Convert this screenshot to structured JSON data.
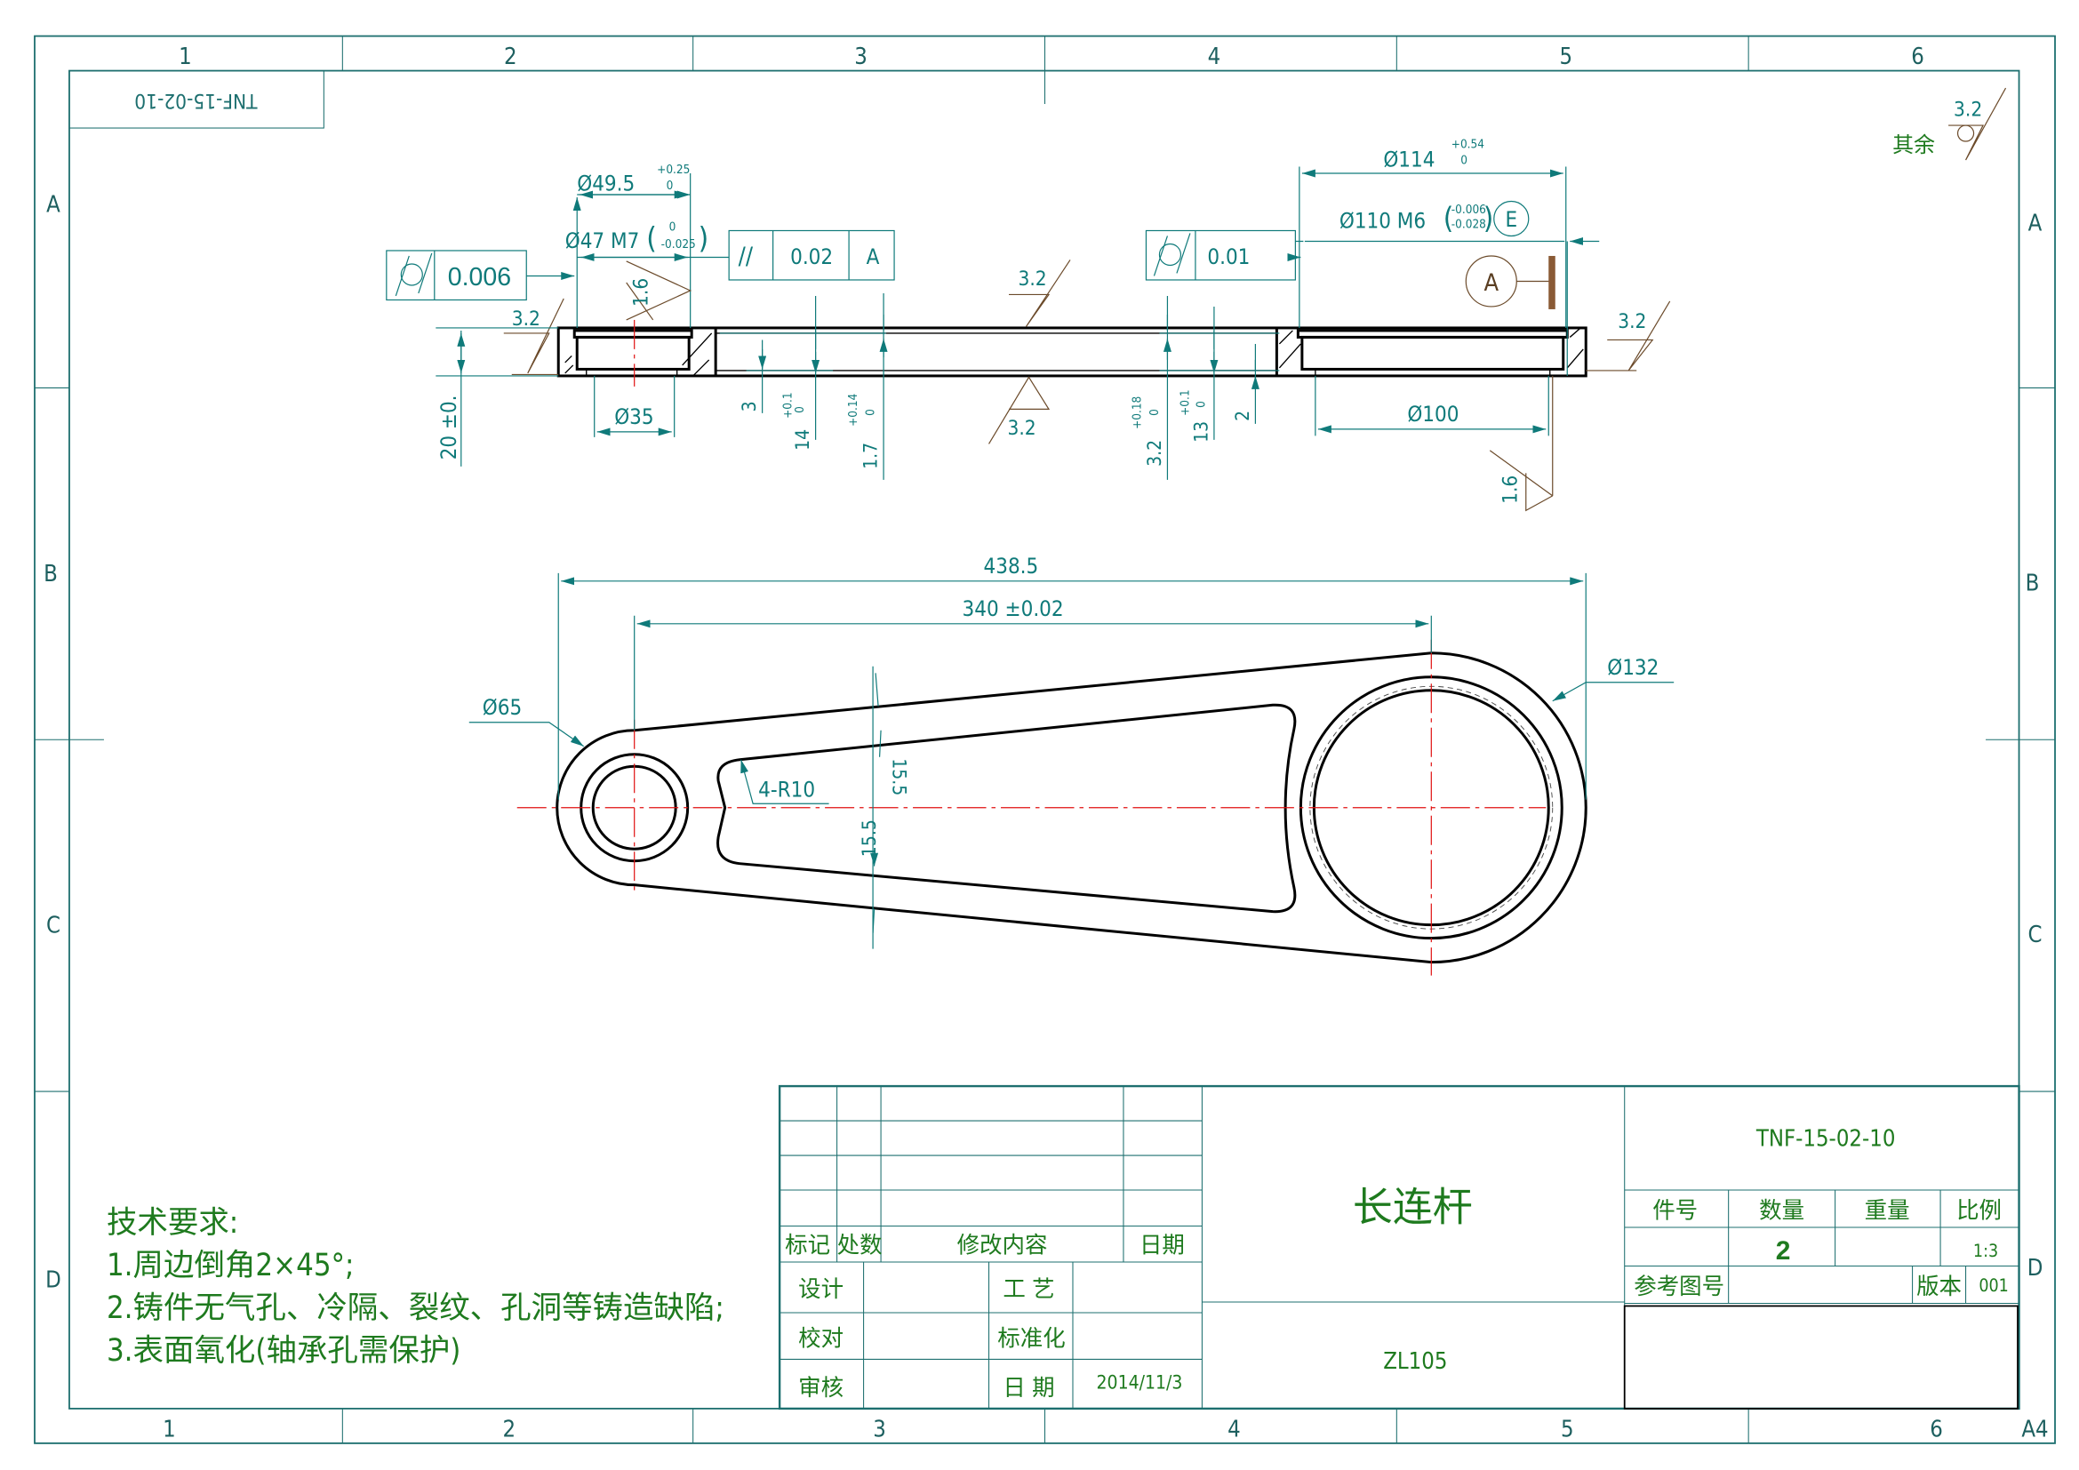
{
  "sheet": {
    "zone_cols_top": [
      "1",
      "2",
      "3",
      "4",
      "5",
      "6"
    ],
    "zone_cols_bottom": [
      "1",
      "2",
      "3",
      "4",
      "5",
      "6"
    ],
    "zone_rows": [
      "A",
      "B",
      "C",
      "D"
    ],
    "size": "A4",
    "mirrored_code": "TNF-15-02-10"
  },
  "roughness_other": {
    "label": "其余",
    "value": "3.2"
  },
  "section_view": {
    "d49": {
      "text": "Ø49.5",
      "upper": "+0.25",
      "lower": "0"
    },
    "d47": {
      "text": "Ø47 M7",
      "upper": "0",
      "lower": "-0.025"
    },
    "fcf_left": {
      "symbol": "cylindricity",
      "value": "0.006"
    },
    "fcf_mid": {
      "symbol": "//",
      "value": "0.02",
      "datum": "A"
    },
    "fcf_right": {
      "symbol": "cylindricity",
      "value": "0.01"
    },
    "d114": {
      "text": "Ø114",
      "upper": "+0.54",
      "lower": "0"
    },
    "d110": {
      "text": "Ø110 M6",
      "upper": "-0.006",
      "lower": "-0.028",
      "envelope": "E"
    },
    "datum": "A",
    "rough_values": [
      "3.2",
      "1.6",
      "3.2",
      "3.2",
      "3.2",
      "1.6"
    ],
    "d35": "Ø35",
    "d100": "Ø100",
    "thickness": "20 ±0.",
    "v3": "3",
    "v14": {
      "text": "14",
      "upper": "+0.1",
      "lower": "0"
    },
    "v17": {
      "text": "1.7",
      "upper": "+0.14",
      "lower": "0"
    },
    "v32": {
      "text": "3.2",
      "upper": "+0.18",
      "lower": "0"
    },
    "v13": {
      "text": "13",
      "upper": "+0.1",
      "lower": "0"
    },
    "v2": "2"
  },
  "plan_view": {
    "overall": "438.5",
    "centers": "340 ±0.02",
    "d132": "Ø132",
    "d65": "Ø65",
    "radius": "4-R10",
    "web_top": "15.5",
    "web_bottom": "15.5"
  },
  "tech_requirements": {
    "title": "技术要求:",
    "items": [
      "1.周边倒角2×45°;",
      "2.铸件无气孔、冷隔、裂纹、孔洞等铸造缺陷;",
      "3.表面氧化(轴承孔需保护)"
    ]
  },
  "title_block": {
    "rev_headers": [
      "标记",
      "处数",
      "修改内容",
      "日期"
    ],
    "design": "设计",
    "process": "工 艺",
    "check": "校对",
    "standard": "标准化",
    "approve": "审核",
    "date_label": "日 期",
    "date": "2014/11/3",
    "part_name": "长连杆",
    "material": "ZL105",
    "drawing_no": "TNF-15-02-10",
    "headers": [
      "件号",
      "数量",
      "重量",
      "比例"
    ],
    "quantity": "2",
    "scale": "1:3",
    "ref_label": "参考图号",
    "version_label": "版本",
    "version": "001"
  }
}
